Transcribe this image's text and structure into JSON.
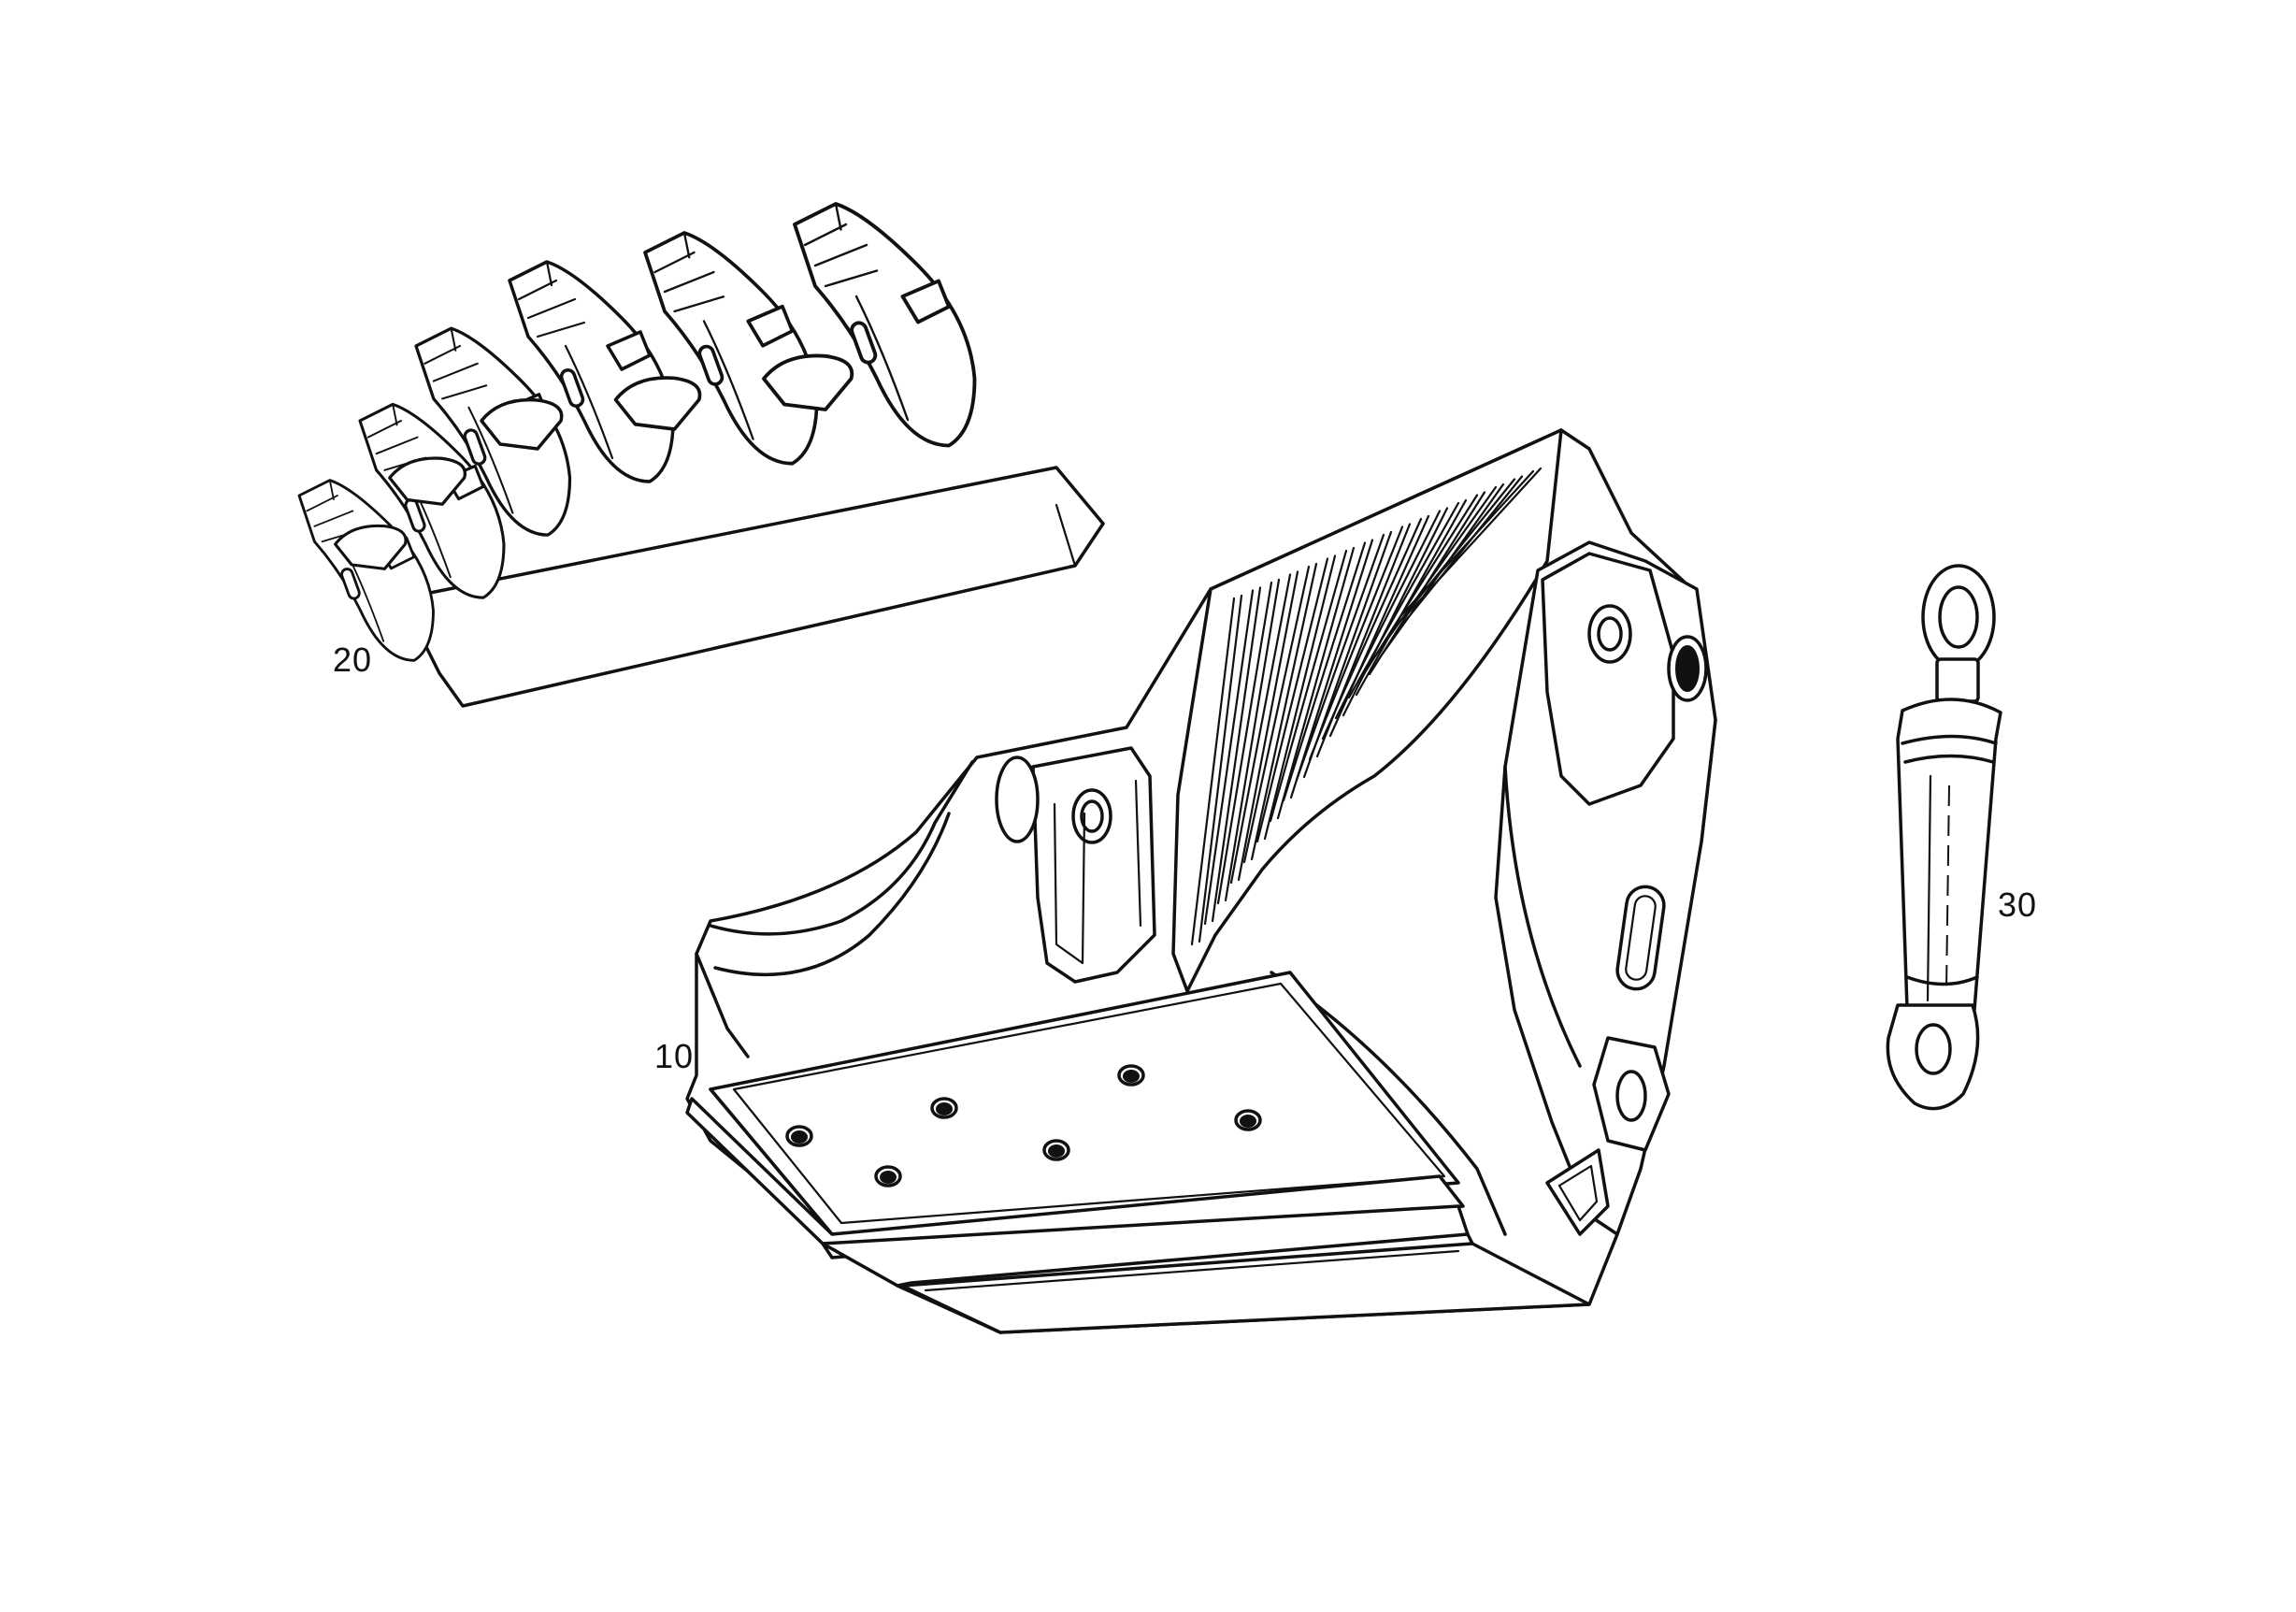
{
  "labels": {
    "bucket": "10",
    "teeth": "20",
    "cylinder": "30"
  },
  "colors": {
    "line": "#111111",
    "background": "#ffffff"
  }
}
